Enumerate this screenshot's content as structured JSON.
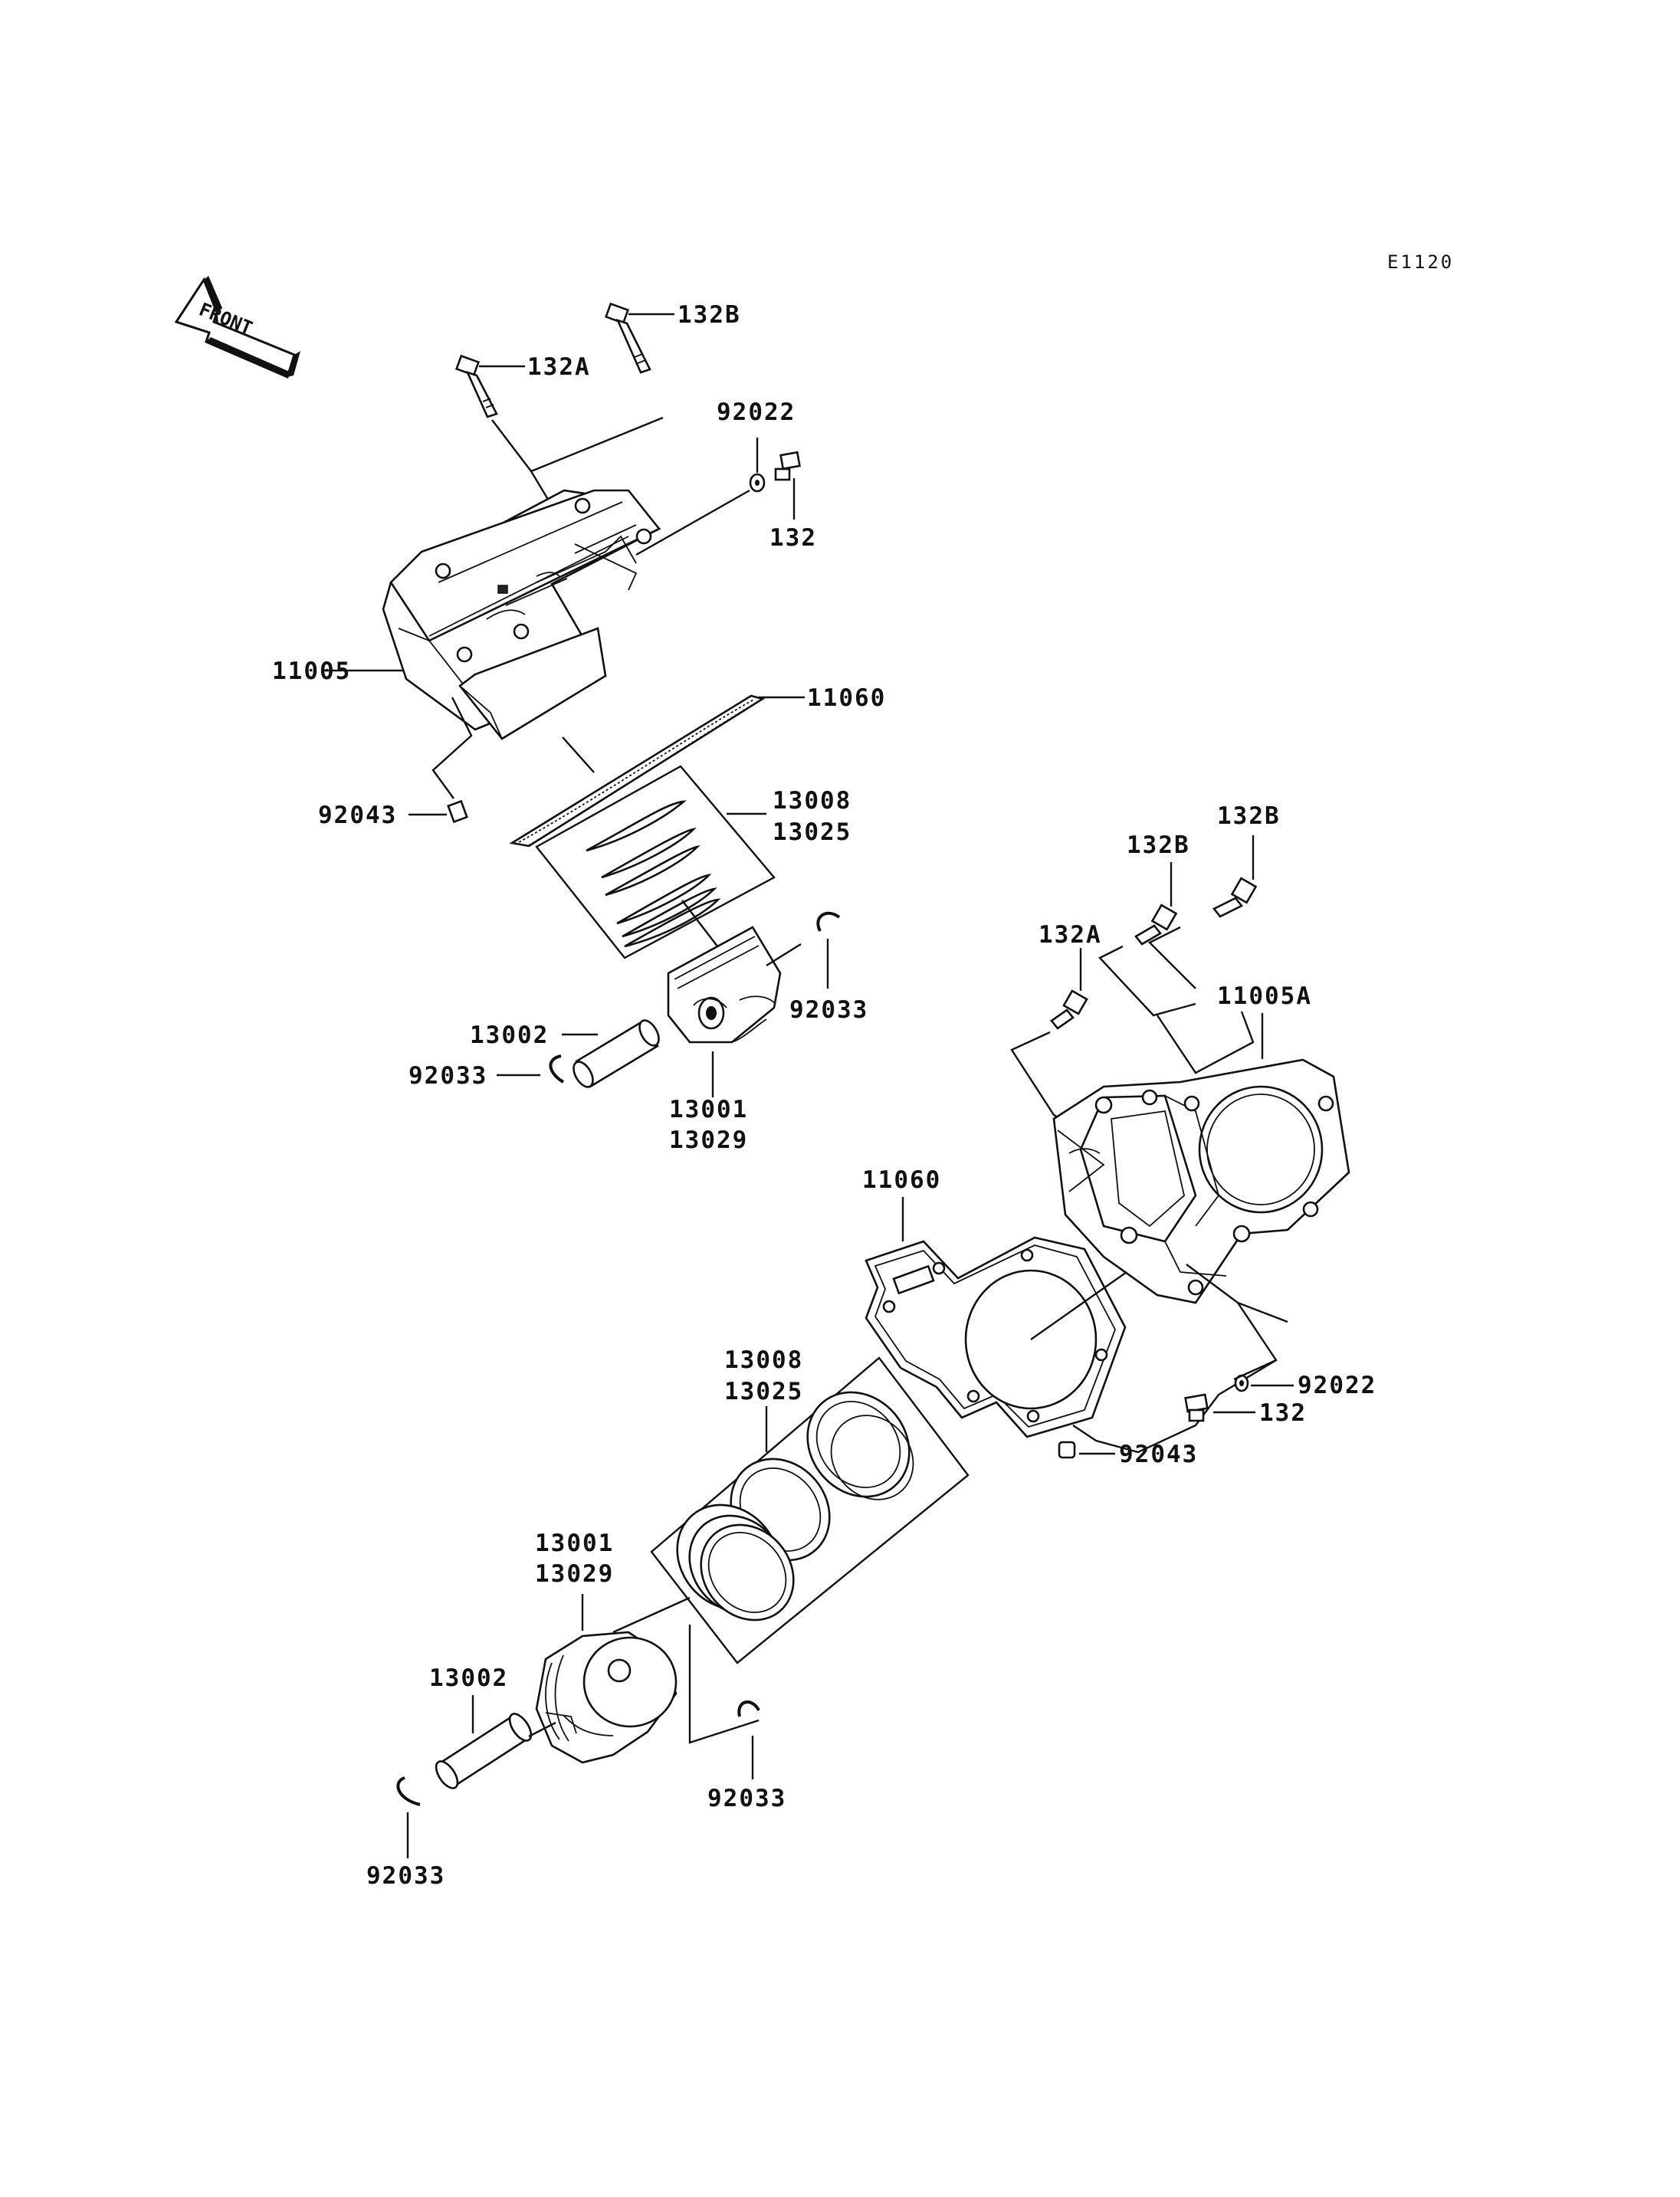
{
  "diagram_code": "E1120",
  "front_arrow": "FRONT",
  "top_assembly": {
    "bolt_a": "132A",
    "bolt_b": "132B",
    "washer": "92022",
    "bolt": "132",
    "cylinder": "11005",
    "gasket": "11060",
    "dowel_pin": "92043",
    "rings": [
      "13008",
      "13025"
    ],
    "circlip_right": "92033",
    "piston_pin": "13002",
    "circlip_left": "92033",
    "piston": [
      "13001",
      "13029"
    ]
  },
  "bottom_assembly": {
    "bolt_b_1": "132B",
    "bolt_b_2": "132B",
    "bolt_a": "132A",
    "cylinder": "11005A",
    "gasket": "11060",
    "washer": "92022",
    "bolt": "132",
    "dowel_pin": "92043",
    "rings": [
      "13008",
      "13025"
    ],
    "piston": [
      "13001",
      "13029"
    ],
    "piston_pin": "13002",
    "circlip_right": "92033",
    "circlip_left": "92033"
  }
}
